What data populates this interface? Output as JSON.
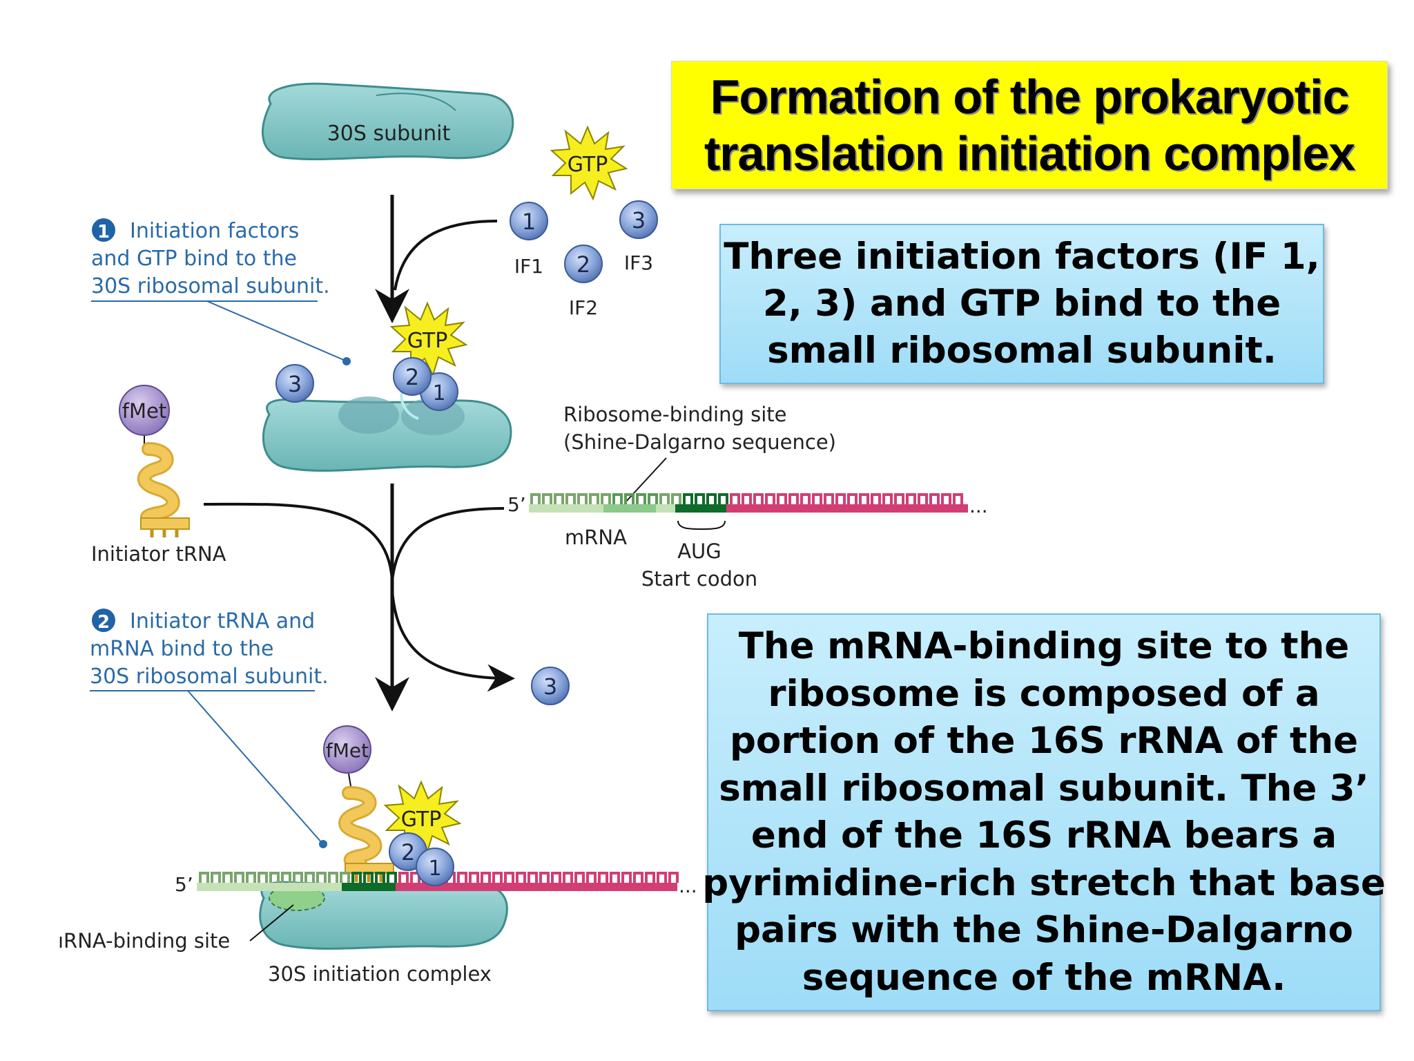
{
  "title": {
    "lines": [
      "Formation of the prokaryotic",
      "translation initiation complex"
    ]
  },
  "box1": {
    "lines": [
      "Three initiation factors (IF 1,",
      "2, 3) and GTP bind to the",
      "small ribosomal subunit."
    ]
  },
  "box2": {
    "lines": [
      "The mRNA-binding site to the",
      "ribosome is composed of a",
      "portion of the 16S rRNA of the",
      "small ribosomal subunit. The 3’",
      "end of the 16S rRNA bears a",
      "pyrimidine-rich stretch that base",
      "pairs with the Shine-Dalgarno",
      "sequence of the mRNA."
    ]
  },
  "diagram": {
    "subunit_label": "30S subunit",
    "gtp": "GTP",
    "if1_num": "1",
    "if2_num": "2",
    "if3_num": "3",
    "if1": "IF1",
    "if2": "IF2",
    "if3": "IF3",
    "step1_num": "1",
    "step1_lines": [
      "Initiation factors",
      "and GTP bind to the",
      "30S ribosomal subunit."
    ],
    "fmet": "fMet",
    "initiator_trna": "Initiator tRNA",
    "rbs_lines": [
      "Ribosome-binding site",
      "(Shine-Dalgarno sequence)"
    ],
    "five_prime": "5’",
    "mrna": "mRNA",
    "aug": "AUG",
    "start_codon": "Start codon",
    "ellipsis": "...",
    "step2_num": "2",
    "step2_lines": [
      "Initiator tRNA and",
      "mRNA bind to the",
      "30S ribosomal subunit."
    ],
    "mrna_binding_site": "ıRNA-binding site",
    "initiation_complex": "30S initiation complex"
  },
  "colors": {
    "ribosome": "#7fc4c4",
    "if_ball": "#8aa7dc",
    "gtp_star": "#f6ee1f",
    "trna": "#f2c85a",
    "fmet": "#a18ec6",
    "mrna_light": "#c5e2b6",
    "mrna_sd": "#8cc98a",
    "mrna_aug": "#0f6b2a",
    "mrna_coding": "#d23e74",
    "label_blue": "#2a6aa8",
    "title_bg": "#ffff00",
    "box_bg": "#aee3f8"
  }
}
